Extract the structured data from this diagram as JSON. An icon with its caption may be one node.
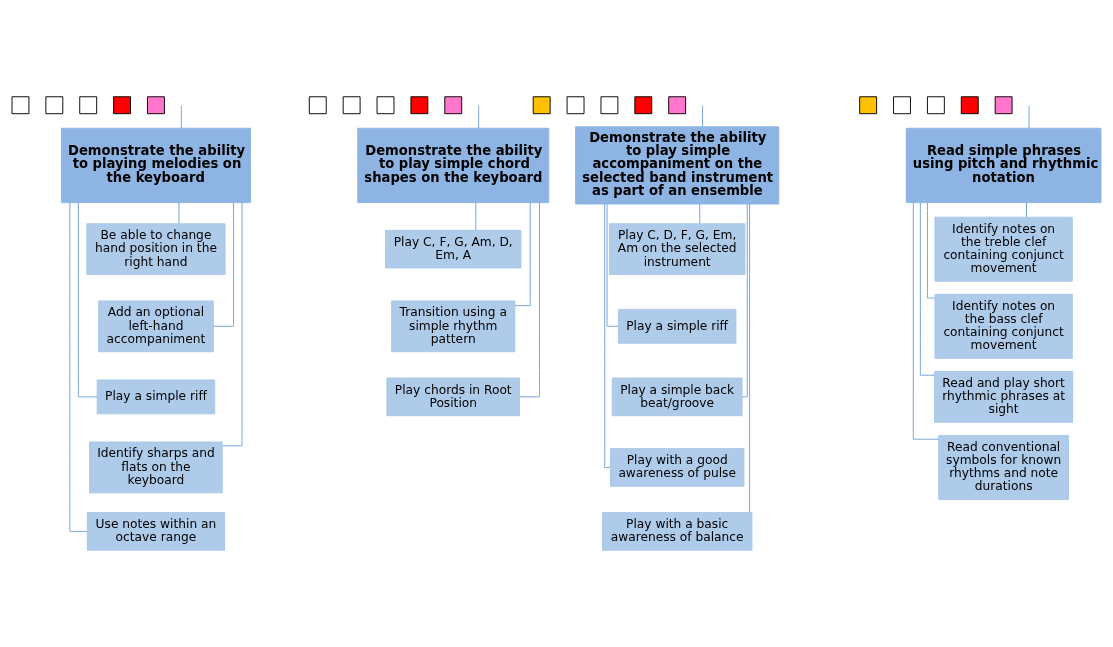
{
  "diagram": {
    "nodes": [
      {
        "text": [],
        "shape": "box"
      },
      {
        "text": [],
        "shape": "box"
      },
      {
        "text": [],
        "shape": "box"
      },
      {
        "text": [],
        "shape": "box"
      },
      {
        "text": [],
        "shape": "box"
      },
      {
        "text": [
          "Demonstrate the ability to playing melodies on the keyboard"
        ]
      },
      {
        "text": [
          "Be able to change hand position in the right hand"
        ]
      },
      {
        "text": [
          "Add an optional left-hand accompaniment"
        ]
      },
      {
        "text": [
          "Play a simple riff"
        ]
      },
      {
        "text": [
          "Identify sharps and flats on the keyboard"
        ]
      },
      {
        "text": [
          "Use notes within an octave range"
        ]
      },
      {
        "text": [],
        "shape": "box"
      },
      {
        "text": [],
        "shape": "box"
      },
      {
        "text": [],
        "shape": "box"
      },
      {
        "text": [],
        "shape": "box"
      },
      {
        "text": [],
        "shape": "box"
      },
      {
        "text": [
          "Demonstrate the ability to play simple chord shapes on the keyboard"
        ]
      },
      {
        "text": [
          "Play C, F, G, Am, D, Em, A"
        ]
      },
      {
        "text": [
          "Transition using a simple rhythm pattern"
        ]
      },
      {
        "text": [
          "Play chords in Root Position"
        ]
      },
      {
        "text": [],
        "shape": "box"
      },
      {
        "text": [],
        "shape": "box"
      },
      {
        "text": [],
        "shape": "box"
      },
      {
        "text": [],
        "shape": "box"
      },
      {
        "text": [],
        "shape": "box"
      },
      {
        "text": [
          "Demonstrate the ability to play simple accompaniment on the selected band instrument as part of an ensemble"
        ]
      },
      {
        "text": [
          "Play C, D, F, G, Em, Am on the selected instrument"
        ]
      },
      {
        "text": [
          "Play a simple riff"
        ]
      },
      {
        "text": [
          "Play a simple back beat/groove"
        ]
      },
      {
        "text": [
          "Play with a good awareness of pulse"
        ]
      },
      {
        "text": [
          "Play with a basic awareness of balance"
        ]
      },
      {
        "text": [],
        "shape": "box"
      },
      {
        "text": [],
        "shape": "box"
      },
      {
        "text": [],
        "shape": "box"
      },
      {
        "text": [],
        "shape": "box"
      },
      {
        "text": [],
        "shape": "box"
      },
      {
        "text": [
          "Read simple phrases using pitch and rhythmic notation"
        ]
      },
      {
        "text": [
          "Identify notes on the treble clef containing conjunct movement"
        ]
      },
      {
        "text": [
          "Identify notes on the bass clef containing conjunct movement"
        ]
      },
      {
        "text": [
          "Read and play short rhythmic phrases at sight"
        ]
      },
      {
        "text": [
          "Read conventional symbols for known rhythms and note durations"
        ]
      }
    ],
    "edges": [
      {
        "from": null,
        "to": 5,
        "arrow": "none"
      },
      {
        "from": 5,
        "to": 6,
        "arrow": "none"
      },
      {
        "from": 5,
        "to": 7,
        "arrow": "none"
      },
      {
        "from": 5,
        "to": 8,
        "arrow": "none"
      },
      {
        "from": 5,
        "to": 9,
        "arrow": "none"
      },
      {
        "from": 5,
        "to": 10,
        "arrow": "none"
      },
      {
        "from": null,
        "to": 16,
        "arrow": "none"
      },
      {
        "from": 16,
        "to": 17,
        "arrow": "none"
      },
      {
        "from": 16,
        "to": 18,
        "arrow": "none"
      },
      {
        "from": 16,
        "to": 19,
        "arrow": "none"
      },
      {
        "from": null,
        "to": 25,
        "arrow": "none"
      },
      {
        "from": 25,
        "to": 26,
        "arrow": "none"
      },
      {
        "from": 25,
        "to": 27,
        "arrow": "none"
      },
      {
        "from": 25,
        "to": 28,
        "arrow": "none"
      },
      {
        "from": 25,
        "to": 29,
        "arrow": "none"
      },
      {
        "from": 25,
        "to": 30,
        "arrow": "none"
      },
      {
        "from": null,
        "to": 36,
        "arrow": "none"
      },
      {
        "from": 36,
        "to": 37,
        "arrow": "none"
      },
      {
        "from": 36,
        "to": 38,
        "arrow": "none"
      },
      {
        "from": 36,
        "to": 39,
        "arrow": "none"
      },
      {
        "from": 36,
        "to": 40,
        "arrow": "none"
      }
    ]
  }
}
